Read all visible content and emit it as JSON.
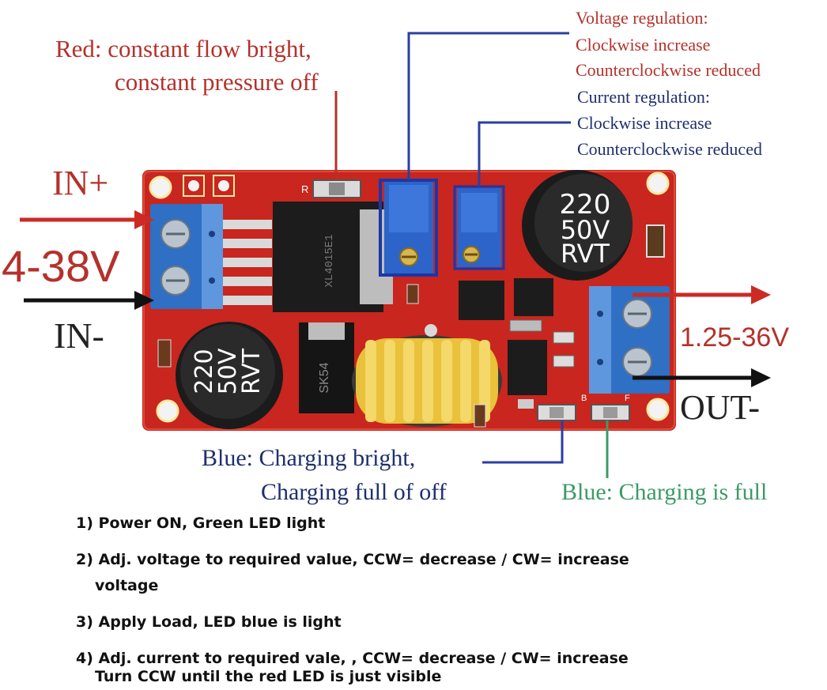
{
  "labels": {
    "red_led_line1": "Red: constant flow bright,",
    "red_led_line2": "constant pressure off",
    "voltage_title": "Voltage regulation:",
    "voltage_cw": "Clockwise increase",
    "voltage_ccw": "Counterclockwise reduced",
    "current_title": "Current regulation:",
    "current_cw": "Clockwise increase",
    "current_ccw": "Counterclockwise reduced",
    "in_plus": "IN+",
    "in_voltage": "4-38V",
    "in_minus": "IN-",
    "out_voltage": "1.25-36V",
    "out_minus": "OUT-",
    "blue_charging_line1": "Blue: Charging bright,",
    "blue_charging_line2": "Charging full of off",
    "blue_full": "Blue: Charging is full"
  },
  "board_markings": {
    "cap_value": "220",
    "cap_voltage": "50V",
    "cap_brand": "RVT",
    "resistor_label": "R",
    "led_b_label": "B",
    "led_f_label": "F",
    "diode_label": "SK54",
    "chip_label": "XL4015E1"
  },
  "instructions": {
    "step1": "1) Power ON, Green LED light",
    "step2_line1": "2) Adj. voltage to required value, CCW= decrease / CW= increase",
    "step2_line2": "voltage",
    "step3": "3) Apply Load, LED blue is light",
    "step4_line1": "4) Adj. current to required vale,  , CCW= decrease / CW= increase",
    "step4_line2": "Turn CCW until the red LED is just visible"
  },
  "colors": {
    "pcb": "#c8261e",
    "terminal": "#2f6fc4",
    "pot": "#2c64c9",
    "label_red": "#b5312b",
    "label_navy": "#1f2f6e",
    "label_green": "#3c9a67",
    "line_blue": "#2a3fa0",
    "coil": "#e9c13a"
  }
}
